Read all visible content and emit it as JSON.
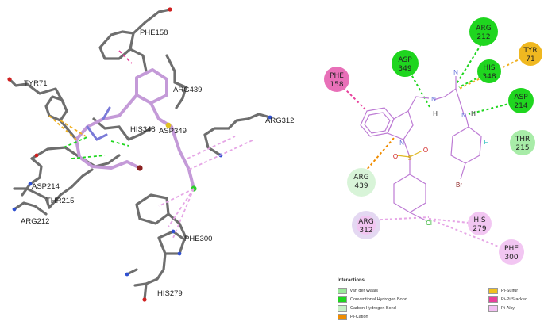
{
  "left_panel": {
    "residue_labels": [
      "PHE158",
      "TYR71",
      "ARG439",
      "HIS348",
      "ASP349",
      "ARG312",
      "ASP214",
      "THR215",
      "ARG212",
      "PHE300",
      "HIS279"
    ]
  },
  "right_panel": {
    "residues": [
      {
        "name": "ARG",
        "num": "212",
        "type": "Conventional Hydrogen Bond"
      },
      {
        "name": "TYR",
        "num": "71",
        "type": "Pi-Sulfur"
      },
      {
        "name": "ASP",
        "num": "349",
        "type": "Conventional Hydrogen Bond"
      },
      {
        "name": "HIS",
        "num": "348",
        "type": "Conventional Hydrogen Bond"
      },
      {
        "name": "PHE",
        "num": "158",
        "type": "Pi-Pi Stacked"
      },
      {
        "name": "ASP",
        "num": "214",
        "type": "Conventional Hydrogen Bond"
      },
      {
        "name": "THR",
        "num": "215",
        "type": "van der Waals"
      },
      {
        "name": "ARG",
        "num": "439",
        "type": "Carbon Hydrogen Bond"
      },
      {
        "name": "ARG",
        "num": "312",
        "type": "Pi-Alkyl"
      },
      {
        "name": "HIS",
        "num": "279",
        "type": "Pi-Alkyl"
      },
      {
        "name": "PHE",
        "num": "300",
        "type": "Pi-Alkyl"
      }
    ],
    "atom_labels": {
      "n1": "N",
      "n2": "N",
      "n3": "N",
      "n4": "N",
      "h1": "H",
      "h2": "H",
      "s": "S",
      "o1": "O",
      "o2": "O",
      "br": "Br",
      "cl": "Cl",
      "f": "F"
    }
  },
  "legend": {
    "title": "Interactions",
    "items": [
      {
        "label": "van der Waals",
        "color": "#9be89b"
      },
      {
        "label": "Conventional Hydrogen Bond",
        "color": "#1fd61f"
      },
      {
        "label": "Carbon Hydrogen Bond",
        "color": "#c7f0c7"
      },
      {
        "label": "Pi-Cation",
        "color": "#f08c00"
      },
      {
        "label": "Pi-Sulfur",
        "color": "#f0c020"
      },
      {
        "label": "Pi-Pi Stacked",
        "color": "#e8409c"
      },
      {
        "label": "Pi-Alkyl",
        "color": "#f2bff2"
      }
    ]
  },
  "colors": {
    "stick_gray": "#6e6e6e",
    "ligand_violet": "#c49ad8",
    "hbond_green": "#1fd61f",
    "pi_sulfur": "#f0b020",
    "pi_pi": "#e8409c",
    "pi_alkyl": "#e6a6e6"
  }
}
